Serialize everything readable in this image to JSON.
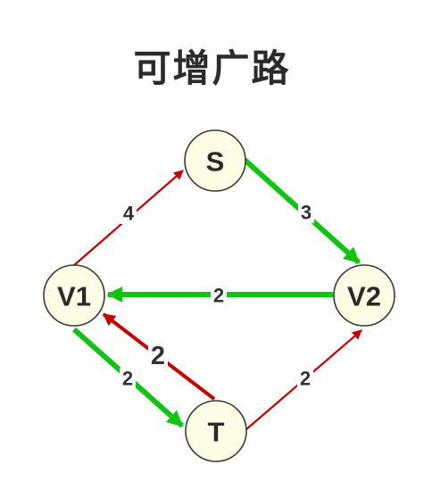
{
  "title": "可增广路",
  "colors": {
    "forward_edge": "#c40000",
    "augment_edge": "#11c411",
    "node_fill": "#fdfde6",
    "node_stroke": "#3a3a3a"
  },
  "nodes": [
    {
      "id": "S",
      "label": "S"
    },
    {
      "id": "V1",
      "label": "V1"
    },
    {
      "id": "V2",
      "label": "V2"
    },
    {
      "id": "T",
      "label": "T"
    }
  ],
  "edges": [
    {
      "id": "v1-s",
      "from": "V1",
      "to": "S",
      "label": "4",
      "color": "red"
    },
    {
      "id": "s-v2",
      "from": "S",
      "to": "V2",
      "label": "3",
      "color": "green"
    },
    {
      "id": "v2-v1",
      "from": "V2",
      "to": "V1",
      "label": "2",
      "color": "green"
    },
    {
      "id": "t-v1",
      "from": "T",
      "to": "V1",
      "label": "2",
      "color": "red"
    },
    {
      "id": "v1-t",
      "from": "V1",
      "to": "T",
      "label": "2",
      "color": "green"
    },
    {
      "id": "t-v2",
      "from": "T",
      "to": "V2",
      "label": "2",
      "color": "red"
    }
  ]
}
